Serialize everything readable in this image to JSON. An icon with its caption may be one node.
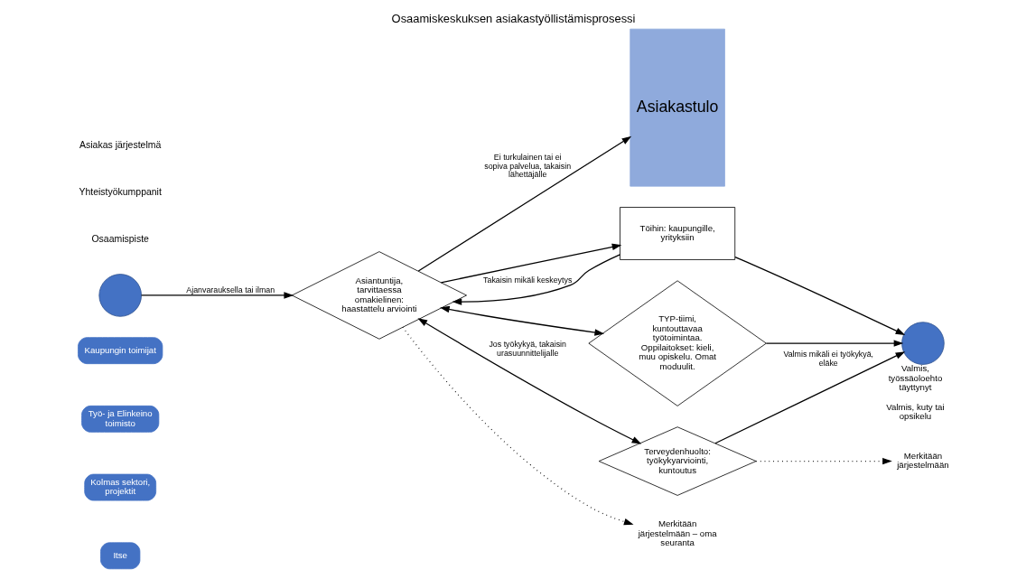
{
  "diagram": {
    "title": "Osaamiskeskuksen asiakastyöllistämisprosessi",
    "nodes": [
      {
        "text": [
          "Kaupungin toimijat"
        ]
      },
      {
        "text": [
          "Työ- ja Elinkeino toimisto"
        ]
      },
      {
        "text": [
          "Kolmas sektori, projektit"
        ]
      },
      {
        "text": [
          "Itse"
        ]
      },
      {
        "text": [
          "Asiakastulo"
        ]
      },
      {
        "text": [],
        "shape": "circle"
      },
      {
        "text": [
          "Asiantuntija, tarvittaessa omakielinen: haastattelu arviointi"
        ]
      },
      {
        "text": [
          "Töihin: kaupungille, yrityksiin"
        ]
      },
      {
        "text": [
          "TYP-tiimi, kuntouttavaa työtoimintaa. Oppilaitokset: kieli, muu opiskelu. Omat moduulit."
        ]
      },
      {
        "text": [
          "Terveydenhuolto: työkykyarviointi, kuntoutus"
        ]
      },
      {
        "text": [],
        "shape": "circle",
        "beside": [
          "Valmis, työssäoloehto täyttynyt",
          "Valmis, kuty tai opsikelu"
        ]
      },
      {
        "text": [
          "Merkitään järjestelmään – oma seuranta"
        ]
      },
      {
        "text": [
          "Merkitään järjestelmään"
        ]
      }
    ],
    "edges": [
      {
        "from": 5,
        "to": 6,
        "arrow": "to",
        "label": "Ajanvarauksella tai ilman"
      },
      {
        "from": 6,
        "to": 4,
        "arrow": "to",
        "label": "Ei turkulainen tai ei sopiva palvelua, takaisin lähettäjälle"
      },
      {
        "from": 6,
        "to": 7,
        "arrow": "to"
      },
      {
        "from": 7,
        "to": 6,
        "arrow": "to",
        "label": "Takaisin mikäli keskeytys"
      },
      {
        "from": 6,
        "to": 9,
        "arrow": "both",
        "label": "Jos työkykyä, takaisin urasuunnittelijalle"
      },
      {
        "from": 6,
        "to": 8,
        "arrow": "both"
      },
      {
        "from": 7,
        "to": 10,
        "arrow": "to"
      },
      {
        "from": 8,
        "to": 10,
        "arrow": "to"
      },
      {
        "from": 9,
        "to": 10,
        "arrow": "to",
        "label": "Valmis mikäli ei työkykyä, eläke"
      },
      {
        "from": 6,
        "to": 11,
        "arrow": "to",
        "style": "dashed"
      },
      {
        "from": 9,
        "to": 12,
        "arrow": "to",
        "style": "dashed"
      }
    ],
    "labels": [
      "Osaamispiste",
      "Yhteistyökumppanit",
      "Asiakas järjestelmä"
    ]
  }
}
